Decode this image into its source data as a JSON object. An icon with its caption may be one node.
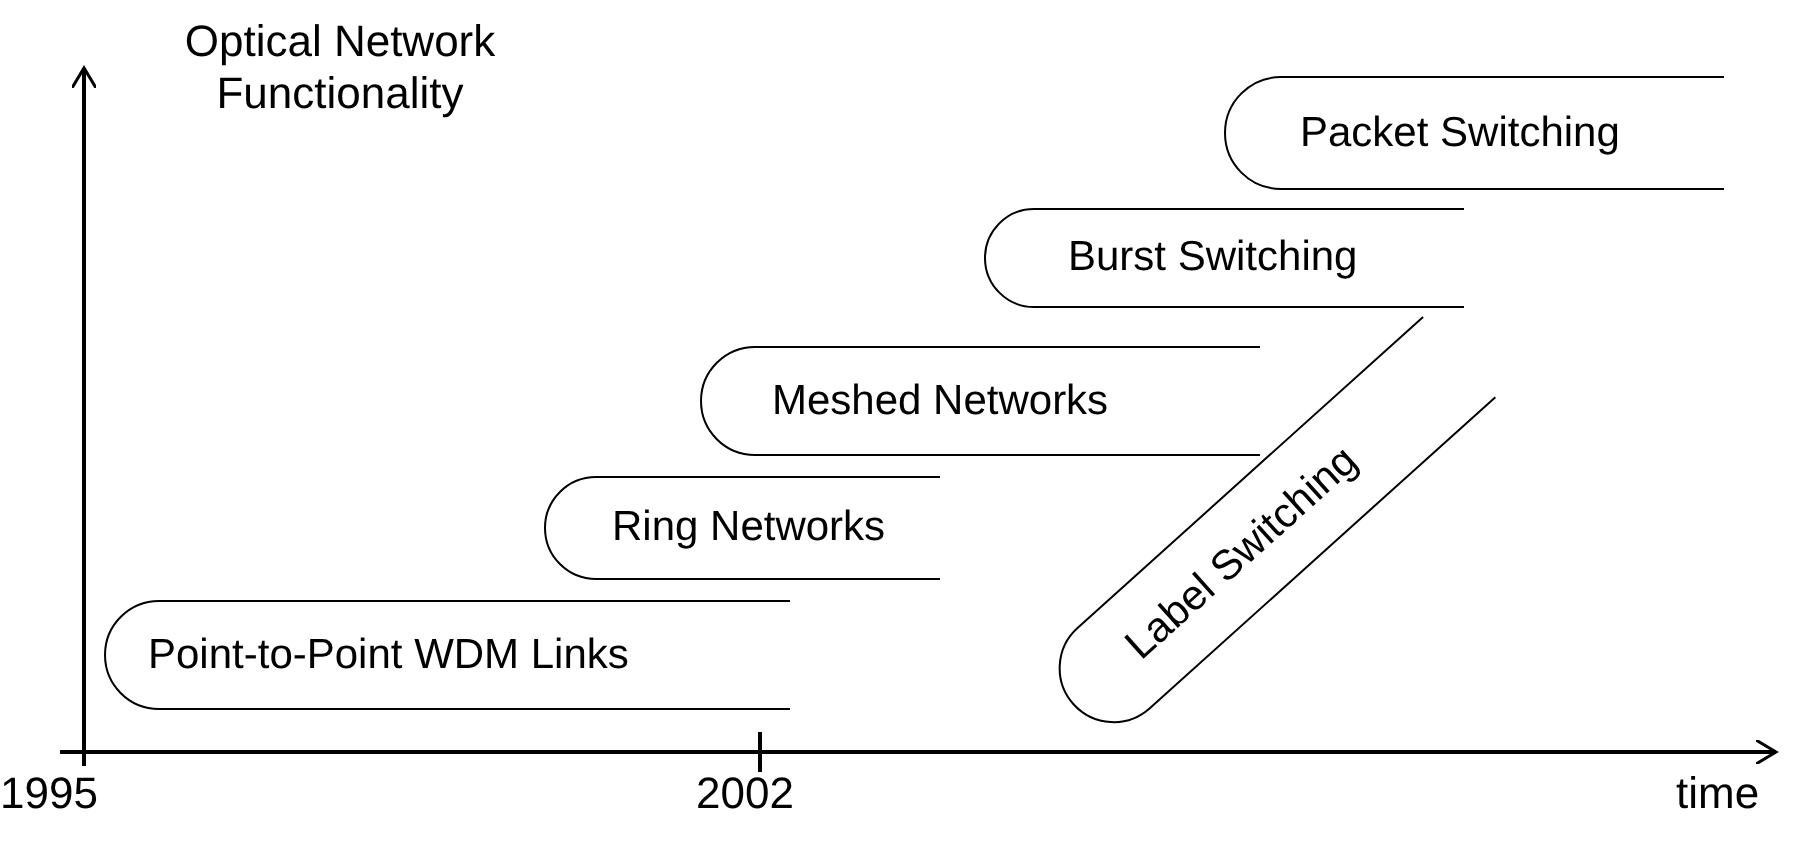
{
  "diagram": {
    "nodes": [
      {
        "text": [
          "Packet Switching"
        ]
      },
      {
        "text": [
          "Burst Switching"
        ]
      },
      {
        "text": [
          "Meshed Networks"
        ]
      },
      {
        "text": [
          "Label Switching"
        ]
      },
      {
        "text": [
          "Ring Networks"
        ]
      },
      {
        "text": [
          "Point-to-Point WDM Links"
        ]
      }
    ],
    "edges": [],
    "labels": [
      "Optical Network Functionality",
      "1995",
      "2002",
      "time"
    ]
  }
}
